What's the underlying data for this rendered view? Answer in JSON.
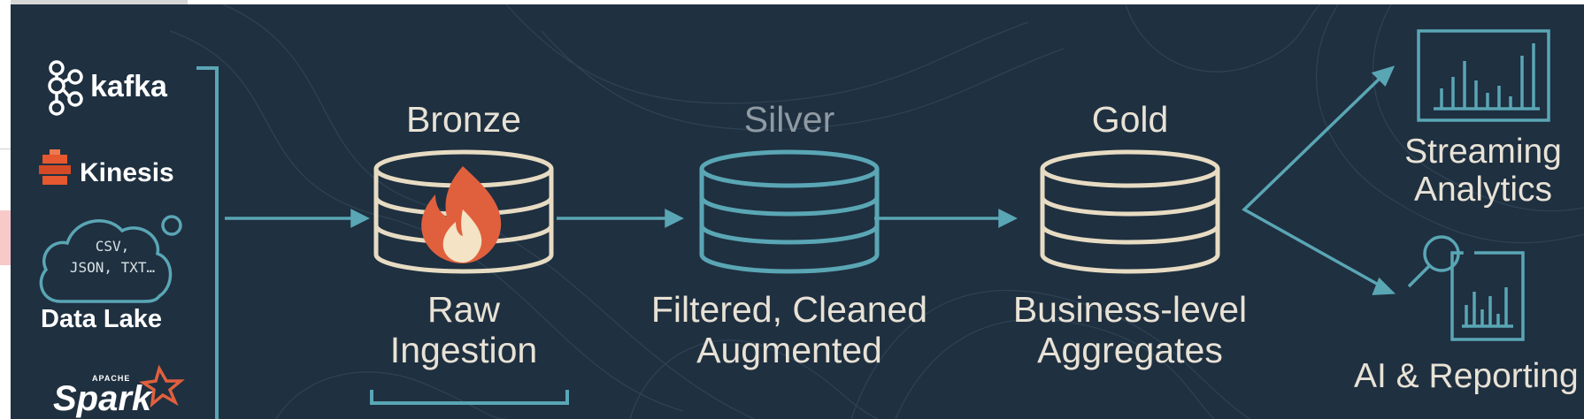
{
  "sources": {
    "kafka": "kafka",
    "kinesis": "Kinesis",
    "file_types": [
      "CSV,",
      "JSON, TXT…"
    ],
    "data_lake": "Data Lake",
    "spark_small": "APACHE",
    "spark": "Spark"
  },
  "tiers": [
    {
      "name": "Bronze",
      "desc1": "Raw",
      "desc2": "Ingestion"
    },
    {
      "name": "Silver",
      "desc1": "Filtered, Cleaned",
      "desc2": "Augmented"
    },
    {
      "name": "Gold",
      "desc1": "Business-level",
      "desc2": "Aggregates"
    }
  ],
  "outputs": {
    "streaming1": "Streaming",
    "streaming2": "Analytics",
    "reporting": "AI & Reporting"
  },
  "colors": {
    "background": "#1f3040",
    "teal": "#5aa6b5",
    "cream": "#e7dcc3",
    "flame": "#e0603e",
    "silver_label": "#8f9aa3"
  }
}
